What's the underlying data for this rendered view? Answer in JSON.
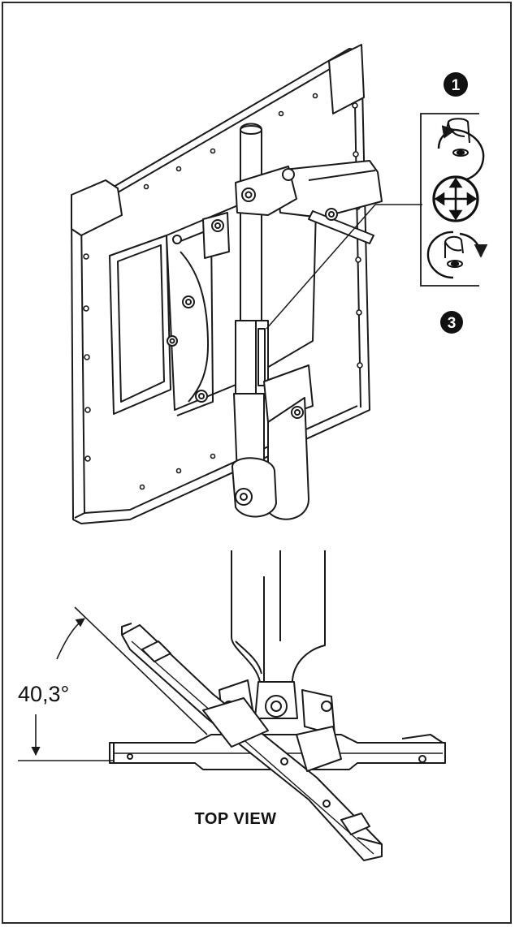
{
  "figure": {
    "top_view_label": "TOP VIEW",
    "angle_label": "40,3°"
  },
  "steps": [
    {
      "number": "1",
      "icon": "rotate-counterclockwise-icon"
    },
    {
      "number": "",
      "icon": "move-arrows-icon"
    },
    {
      "number": "3",
      "icon": "rotate-clockwise-icon"
    }
  ],
  "colors": {
    "line": "#1a1a1a",
    "fill": "#ffffff",
    "frame": "#2b2b2b",
    "badge": "#111111"
  }
}
